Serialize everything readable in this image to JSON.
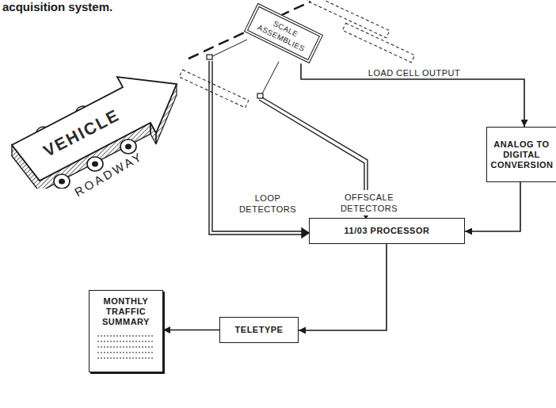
{
  "diagram": {
    "title": "acquisition system.",
    "nodes": [
      {
        "text": [
          "VEHICLE"
        ]
      },
      {
        "text": [
          "SCALE ASSEMBLIES"
        ]
      },
      {
        "text": [
          "ANALOG TO DIGITAL CONVERSION"
        ]
      },
      {
        "text": [
          "11/03 PROCESSOR"
        ]
      },
      {
        "text": [
          "TELETYPE"
        ]
      },
      {
        "text": [
          "MONTHLY TRAFFIC SUMMARY"
        ]
      }
    ],
    "edges": [
      {
        "from": 1,
        "to": 2,
        "arrow": "to",
        "label": "LOAD CELL OUTPUT"
      },
      {
        "from": 2,
        "to": 3,
        "arrow": "to"
      },
      {
        "from": 3,
        "to": 4,
        "arrow": "to"
      },
      {
        "from": 4,
        "to": 5,
        "arrow": "to"
      }
    ],
    "labels": [
      "ROADWAY",
      "LOOP DETECTORS",
      "OFFSCALE DETECTORS"
    ]
  }
}
